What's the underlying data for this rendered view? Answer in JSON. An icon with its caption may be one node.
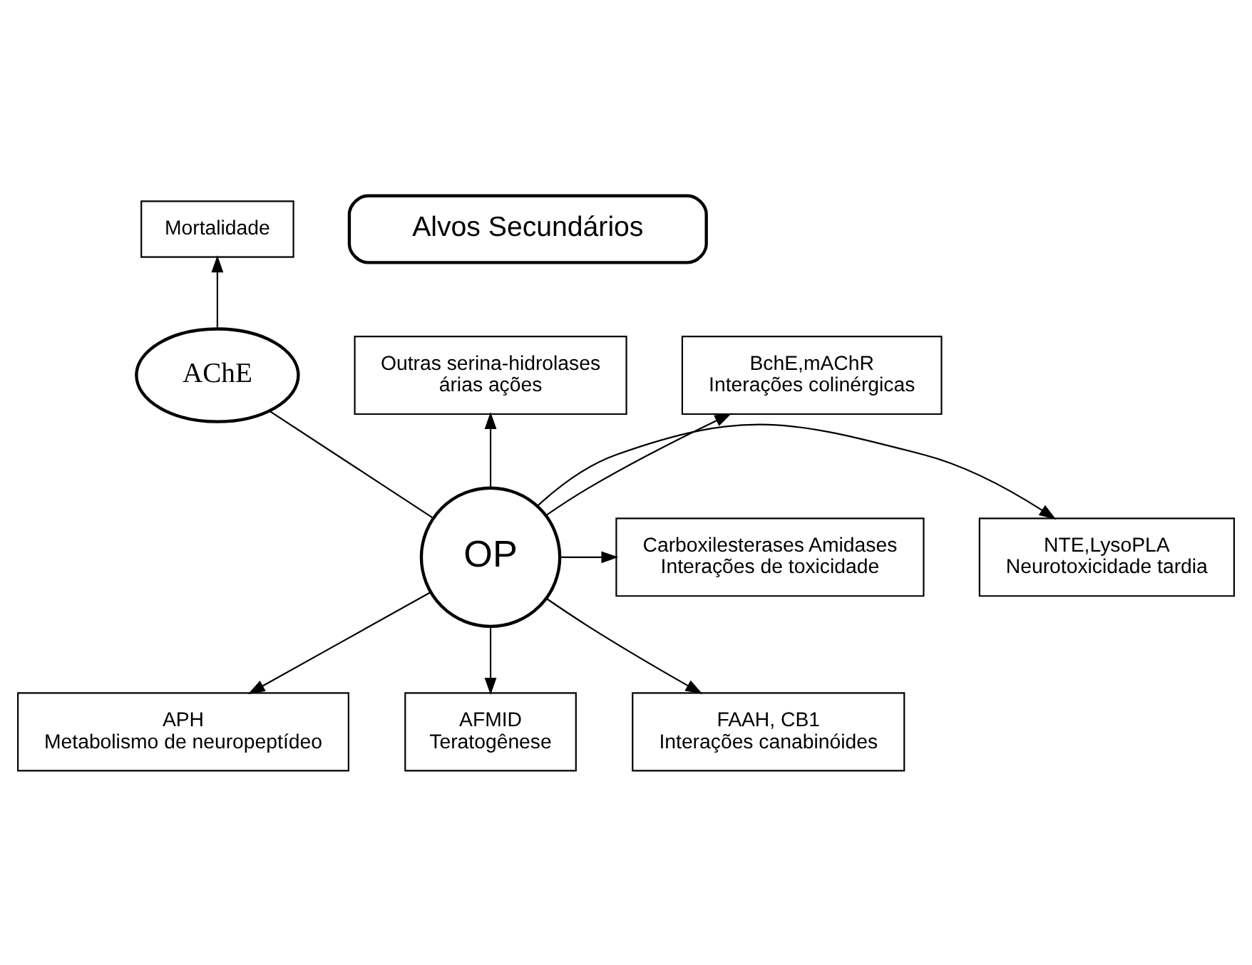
{
  "diagram": {
    "nodes": [
      {
        "text": [
          "Mortalidade"
        ]
      },
      {
        "text": [
          "Outras serina-hidrolases",
          "árias ações"
        ]
      },
      {
        "text": [
          "AChE"
        ]
      },
      {
        "text": [
          "BchE,mAChR",
          "Interações colinérgicas"
        ]
      },
      {
        "text": [
          "Carboxilesterases Amidases",
          "Interações de toxicidade"
        ]
      },
      {
        "text": [
          "OP"
        ]
      },
      {
        "text": [
          "NTE,LysoPLA",
          "Neurotoxicidade tardia"
        ]
      },
      {
        "text": [
          "Alvos Secundários"
        ]
      },
      {
        "text": [
          "APH",
          "Metabolismo de neuropeptídeo"
        ]
      },
      {
        "text": [
          "AFMID",
          "Teratogênese"
        ]
      },
      {
        "text": [
          "FAAH, CB1",
          "Interações canabinóides"
        ]
      }
    ],
    "edges": [
      {
        "from": 2,
        "to": 0,
        "arrow": "to"
      },
      {
        "from": 5,
        "to": 2,
        "arrow": "none"
      },
      {
        "from": 5,
        "to": 1,
        "arrow": "to"
      },
      {
        "from": 5,
        "to": 3,
        "arrow": "to"
      },
      {
        "from": 5,
        "to": 4,
        "arrow": "to"
      },
      {
        "from": 5,
        "to": 6,
        "arrow": "to"
      },
      {
        "from": 5,
        "to": 8,
        "arrow": "to"
      },
      {
        "from": 5,
        "to": 9,
        "arrow": "to"
      },
      {
        "from": 5,
        "to": 10,
        "arrow": "to"
      }
    ]
  }
}
